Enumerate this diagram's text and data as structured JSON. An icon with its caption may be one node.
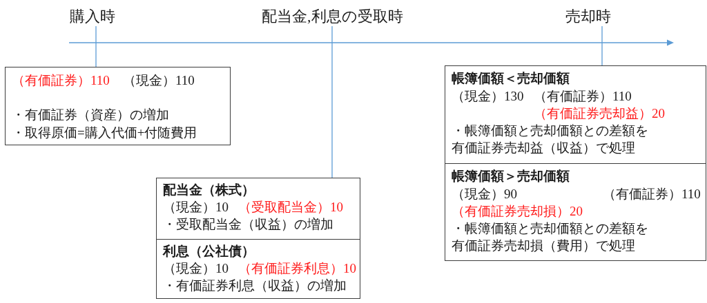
{
  "diagram": {
    "nodes": [
      {
        "text": [
          "購入時"
        ]
      },
      {
        "text": [
          "配当金,利息の受取時"
        ]
      },
      {
        "text": [
          "売却時"
        ]
      },
      {
        "text": [
          "（有価証券）110",
          "（現金）110",
          "・有価証券（資産）の増加",
          "・取得原価=購入代価+付随費用"
        ]
      },
      {
        "text": [
          "配当金（株式）",
          "（現金）10",
          "（受取配当金）10",
          "・受取配当金（収益）の増加"
        ]
      },
      {
        "text": [
          "利息（公社債）",
          "（現金）10",
          "（有価証券利息）10",
          "・有価証券利息（収益）の増加"
        ]
      },
      {
        "text": [
          "帳簿価額＜売却価額",
          "（現金）130",
          "（有価証券）110",
          "（有価証券売却益）20",
          "・帳簿価額と売却価額との差額を有価証券売却益（収益）で処理"
        ]
      },
      {
        "text": [
          "帳簿価額＞売却価額",
          "（現金）90",
          "（有価証券）110",
          "（有価証券売却損）20",
          "・帳簿価額と売却価額との差額を有価証券売却損（費用）で処理"
        ]
      }
    ],
    "edges": [
      {
        "from": 0,
        "to": 3,
        "arrow": "none"
      },
      {
        "from": 1,
        "to": 4,
        "arrow": "none"
      },
      {
        "from": 2,
        "to": 6,
        "arrow": "none"
      }
    ]
  }
}
